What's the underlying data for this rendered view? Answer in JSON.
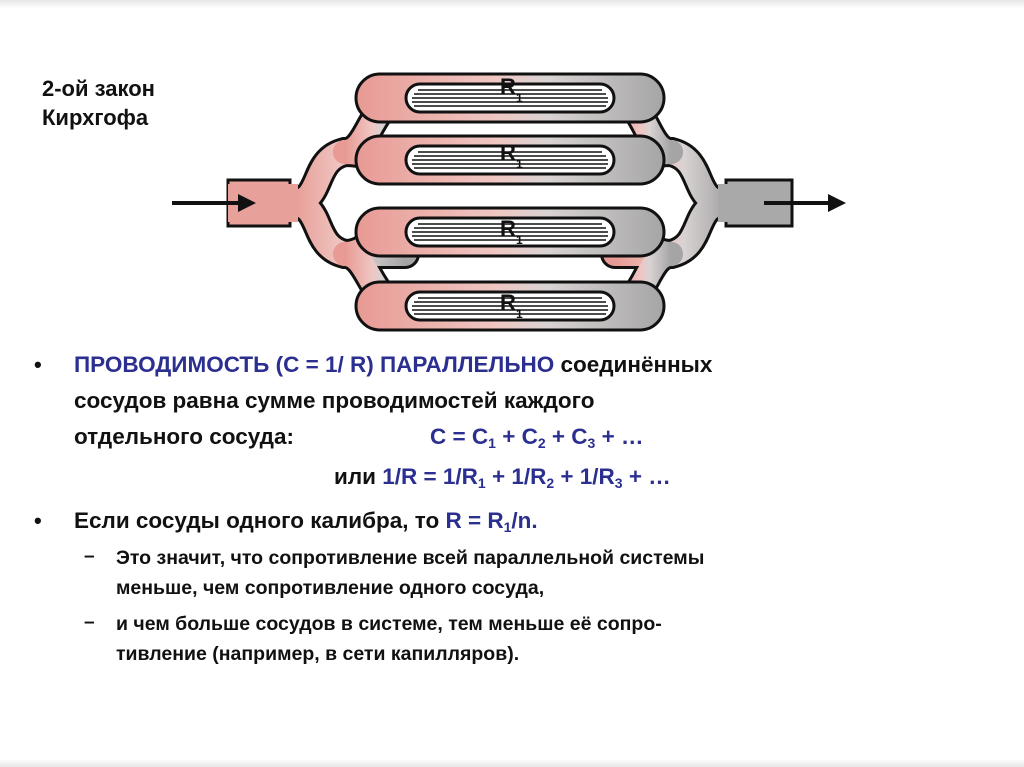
{
  "title": {
    "line1": "2-ой закон",
    "line2": "Кирхгофа"
  },
  "diagram": {
    "resistor_label": "R",
    "resistor_subscript": "1",
    "colors": {
      "arterial": "#e8a09a",
      "venous": "#a9a9a9",
      "outline": "#111111"
    },
    "icons": [
      "inflow-arrow-icon",
      "outflow-arrow-icon"
    ]
  },
  "bullets": {
    "b1": {
      "marker": "•",
      "highlight": "ПРОВОДИМОСТЬ (С = 1/ R) ПАРАЛЛЕЛЬНО",
      "rest1": " соединённых",
      "line2": "сосудов равна сумме проводимостей каждого",
      "line3": "отдельного сосуда:",
      "formula1": {
        "c": "С = С",
        "s1": "1",
        "p1": " + С",
        "s2": "2",
        "p2": " + С",
        "s3": "3",
        "tail": " + …"
      },
      "or_word": "или ",
      "formula2": {
        "a": "1/R = 1/R",
        "s1": "1",
        "b": " + 1/R",
        "s2": "2",
        "c": " + 1/R",
        "s3": "3",
        "tail": " + …"
      }
    },
    "b2": {
      "marker": "•",
      "text": "Если сосуды одного калибра, то ",
      "formula": {
        "a": "R = R",
        "s": "1",
        "b": "/n."
      }
    },
    "sub1": {
      "marker": "–",
      "line1": "Это значит, что сопротивление всей параллельной системы",
      "line2": "меньше, чем сопротивление одного сосуда,"
    },
    "sub2": {
      "marker": "–",
      "line1": "и чем больше сосудов в системе, тем меньше её сопро-",
      "line2": "тивление (например, в сети капилляров)."
    }
  }
}
